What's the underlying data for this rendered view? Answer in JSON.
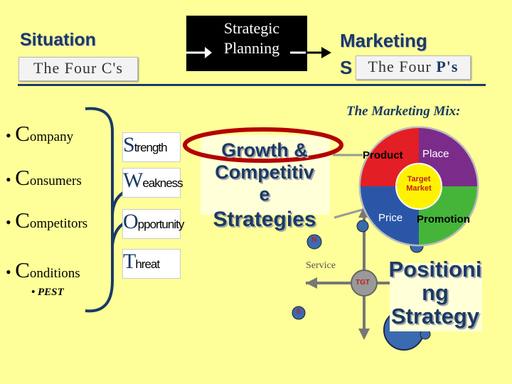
{
  "header": {
    "situation_title": "Situation",
    "four_cs_logo": "The Four C's",
    "strategic_planning_line1": "Strategic",
    "strategic_planning_line2": "Planning",
    "marketing_title": "Marketing",
    "strategy_partial": "S",
    "four_ps_logo_main": "The Four ",
    "four_ps_logo_p": "P's"
  },
  "four_cs": [
    {
      "cap": "C",
      "rest": "ompany"
    },
    {
      "cap": "C",
      "rest": "onsumers"
    },
    {
      "cap": "C",
      "rest": "ompetitors"
    },
    {
      "cap": "C",
      "rest": "onditions"
    }
  ],
  "pest": "PEST",
  "swot": [
    {
      "letter": "S",
      "rest": "trength"
    },
    {
      "letter": "W",
      "rest": "eakness"
    },
    {
      "letter": "O",
      "rest": "pportunity"
    },
    {
      "letter": "T",
      "rest": "hreat"
    }
  ],
  "growth": {
    "line1": "Growth &",
    "line2": "Competitiv",
    "line3": "e",
    "line4": "Strategies"
  },
  "marketing_mix": {
    "title": "The Marketing Mix:",
    "product": "Product",
    "place": "Place",
    "price": "Price",
    "promotion": "Promotion",
    "center_line1": "Target",
    "center_line2": "Market"
  },
  "map": {
    "service": "Service",
    "tgt": "TGT",
    "n": "N",
    "e": "E"
  },
  "positioning": {
    "line1": "Positioni",
    "line2": "ng",
    "line3": "Strategy"
  },
  "colors": {
    "background": "#ffff99",
    "navy": "#1a3a66",
    "product": "#e31e24",
    "place": "#7b2c8b",
    "price": "#2b56a8",
    "promotion": "#45b53a",
    "center": "#fff200",
    "ellipse": "#b30000"
  }
}
